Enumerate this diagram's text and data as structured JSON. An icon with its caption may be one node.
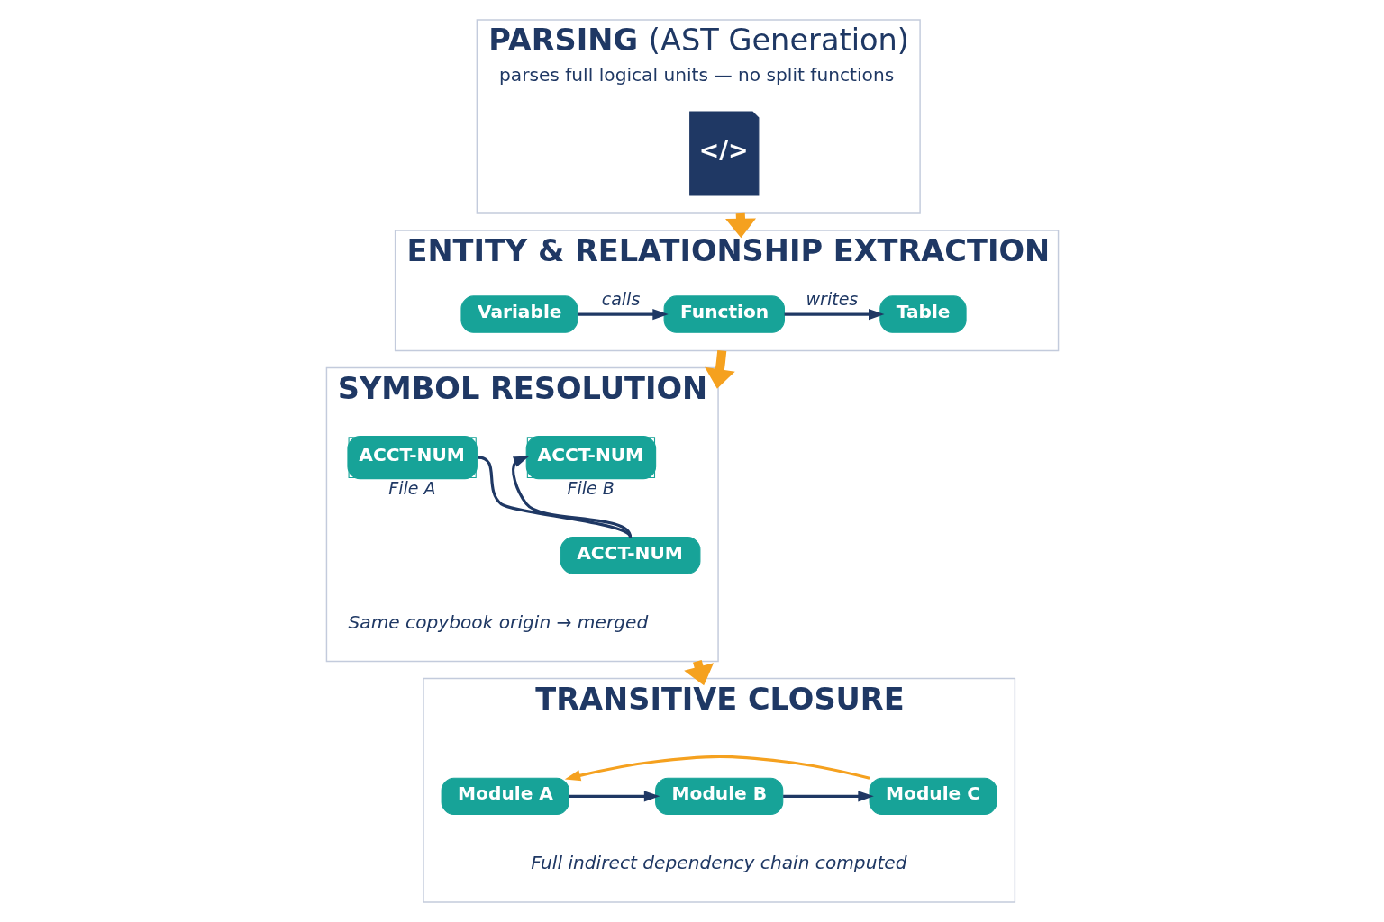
{
  "diagram": {
    "nodes": [
      {
        "text": [
          "**PARSING** (AST Generation)",
          "parses full logical units — no split functions"
        ]
      },
      {
        "text": [
          "</>"
        ],
        "in": 0
      },
      {
        "text": [
          "ENTITY & RELATIONSHIP EXTRACTION"
        ]
      },
      {
        "text": [
          "Variable"
        ],
        "in": 2
      },
      {
        "text": [
          "Function"
        ],
        "in": 2
      },
      {
        "text": [
          "Table"
        ],
        "in": 2
      },
      {
        "text": [
          "SYMBOL RESOLUTION"
        ]
      },
      {
        "text": [
          "ACCT-NUM"
        ],
        "in": 6,
        "beside": [
          "File A"
        ]
      },
      {
        "text": [
          "ACCT-NUM"
        ],
        "in": 6,
        "beside": [
          "File B"
        ]
      },
      {
        "text": [
          "ACCT-NUM"
        ],
        "in": 6
      },
      {
        "text": [
          "TRANSITIVE CLOSURE"
        ]
      },
      {
        "text": [
          "Module A"
        ],
        "in": 10
      },
      {
        "text": [
          "Module B"
        ],
        "in": 10
      },
      {
        "text": [
          "Module C"
        ],
        "in": 10
      }
    ],
    "edges": [
      {
        "from": 0,
        "to": 2,
        "arrow": "to",
        "style": "thick",
        "color": "#f5a11f"
      },
      {
        "from": 3,
        "to": 4,
        "arrow": "to",
        "label": "calls"
      },
      {
        "from": 4,
        "to": 5,
        "arrow": "to",
        "label": "writes"
      },
      {
        "from": 2,
        "to": 6,
        "arrow": "to",
        "style": "thick",
        "color": "#f5a11f"
      },
      {
        "from": 7,
        "to": 9,
        "arrow": "none"
      },
      {
        "from": 9,
        "to": 8,
        "arrow": "to"
      },
      {
        "from": 6,
        "to": 10,
        "arrow": "to",
        "style": "thick",
        "color": "#f5a11f"
      },
      {
        "from": 11,
        "to": 12,
        "arrow": "to"
      },
      {
        "from": 12,
        "to": 13,
        "arrow": "to"
      },
      {
        "from": 13,
        "to": 11,
        "arrow": "to",
        "color": "#f5a11f"
      }
    ],
    "labels": [
      "Same copybook origin → merged",
      "Full indirect dependency chain computed"
    ]
  }
}
